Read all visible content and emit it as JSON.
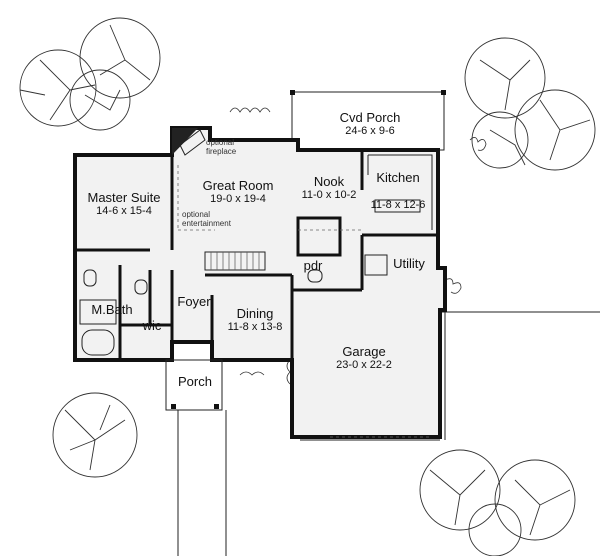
{
  "rooms": {
    "cvd_porch": {
      "name": "Cvd Porch",
      "size": "24-6 x 9-6"
    },
    "master_suite": {
      "name": "Master Suite",
      "size": "14-6 x 15-4"
    },
    "great_room": {
      "name": "Great Room",
      "size": "19-0 x 19-4"
    },
    "nook": {
      "name": "Nook",
      "size": "11-0 x 10-2"
    },
    "kitchen": {
      "name": "Kitchen",
      "size": "11-8 x 12-6"
    },
    "utility": {
      "name": "Utility"
    },
    "pdr": {
      "name": "pdr"
    },
    "m_bath": {
      "name": "M.Bath"
    },
    "wic": {
      "name": "wic"
    },
    "foyer": {
      "name": "Foyer"
    },
    "dining": {
      "name": "Dining",
      "size": "11-8 x 13-8"
    },
    "garage": {
      "name": "Garage",
      "size": "23-0 x 22-2"
    },
    "porch": {
      "name": "Porch"
    }
  },
  "notes": {
    "fireplace_line1": "optional",
    "fireplace_line2": "fireplace",
    "entertainment_line1": "optional",
    "entertainment_line2": "entertainment"
  }
}
